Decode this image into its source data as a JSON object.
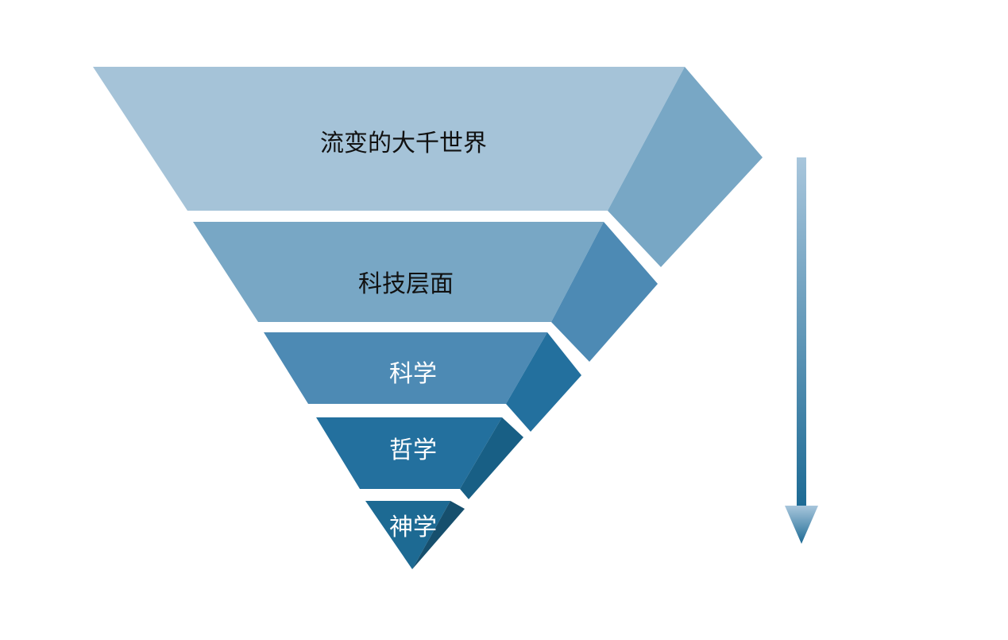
{
  "layers": [
    {
      "label": "流变的大千世界",
      "front_color": "#a5c3d8",
      "side_color": "#78a7c5",
      "text_color": "#111111"
    },
    {
      "label": "科技层面",
      "front_color": "#78a7c5",
      "side_color": "#4d8ab4",
      "text_color": "#111111"
    },
    {
      "label": "科学",
      "front_color": "#4d8ab4",
      "side_color": "#23709e",
      "text_color": "#ffffff"
    },
    {
      "label": "哲学",
      "front_color": "#23709e",
      "side_color": "#185f85",
      "text_color": "#ffffff"
    },
    {
      "label": "神学",
      "front_color": "#1d6a93",
      "side_color": "#164f6d",
      "text_color": "#ffffff"
    }
  ],
  "arrow": {
    "direction": "down",
    "color_start": "#a8c6dc",
    "color_end": "#1c6a94"
  }
}
